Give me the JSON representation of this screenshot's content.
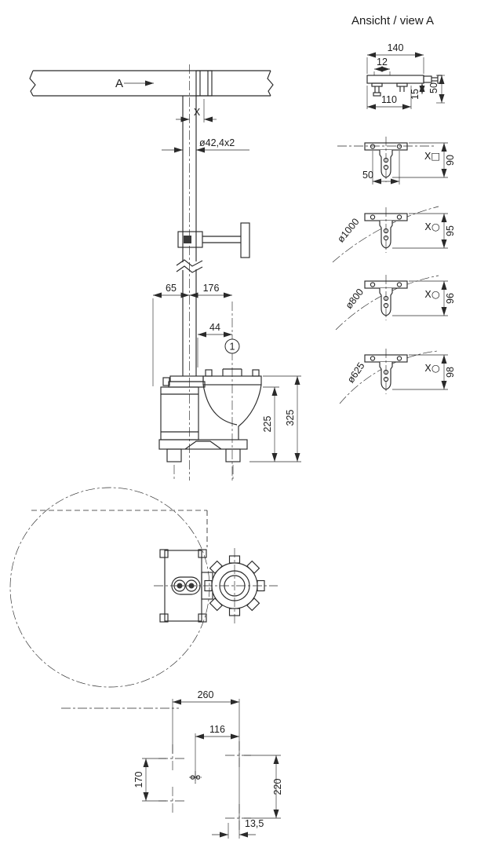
{
  "style": {
    "ink": "#2a2a2a",
    "background": "#ffffff"
  },
  "header": {
    "title": "Ansicht / view A"
  },
  "view_a_detail": {
    "dim_width_top": "140",
    "dim_slot": "12",
    "dim_width_bottom": "110",
    "dim_thickness": "15",
    "dim_height": "50"
  },
  "main_view": {
    "section_label": "A",
    "offset_label": "X",
    "pipe_spec": "ø42,4x2",
    "dim_left": "65",
    "dim_right": "176",
    "dim_port_offset": "44",
    "callout": "1",
    "dim_height_inner": "225",
    "dim_height_outer": "325"
  },
  "variants": {
    "square": {
      "label": "X□",
      "value": "90",
      "bolt_spacing": "50"
    },
    "bend_1000": {
      "diameter": "ø1000",
      "label": "X○",
      "value": "95"
    },
    "bend_800": {
      "diameter": "ø800",
      "label": "X○",
      "value": "96"
    },
    "bend_625": {
      "diameter": "ø625",
      "label": "X○",
      "value": "98"
    }
  },
  "plan_view": {
    "dim_span": "260",
    "dim_offset": "116",
    "dim_left_holes": "170",
    "dim_right_holes": "220",
    "dim_foot": "13,5"
  }
}
